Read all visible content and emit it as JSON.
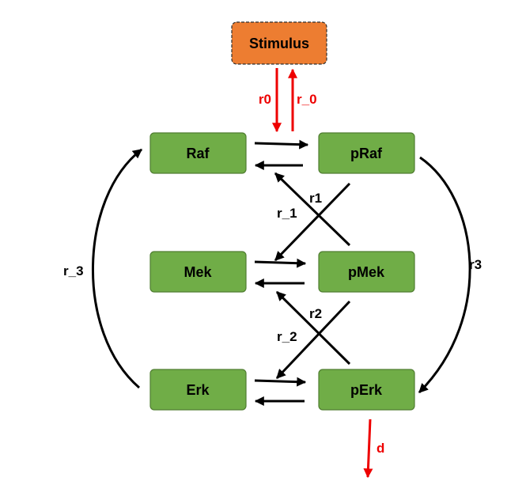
{
  "colors": {
    "stimulus_fill": "#ED7D31",
    "stimulus_border": "#2F2F2F",
    "species_fill": "#70AD47",
    "species_border": "#507E32",
    "black_arrow": "#000000",
    "red_arrow": "#EE0000"
  },
  "nodes": {
    "stimulus": "Stimulus",
    "raf": "Raf",
    "praf": "pRaf",
    "mek": "Mek",
    "pmek": "pMek",
    "erk": "Erk",
    "perk": "pErk"
  },
  "labels": {
    "r0": "r0",
    "r_0": "r_0",
    "r1": "r1",
    "r_1": "r_1",
    "r2": "r2",
    "r_2": "r_2",
    "r3": "r3",
    "r_3": "r_3",
    "d": "d"
  }
}
